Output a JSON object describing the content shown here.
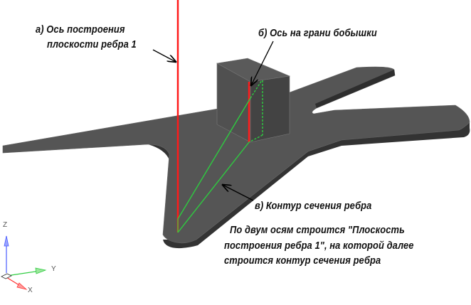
{
  "annotations": {
    "axis_plane": [
      "а) Ось построения",
      "плоскости  ребра 1"
    ],
    "axis_face": "б)  Ось на грани бобышки",
    "contour": "в) Контур сечения ребра",
    "note": [
      "По двум осям строится \"Плоскость",
      "построения ребра 1\", на которой далее",
      "строится контур сечения ребра"
    ]
  },
  "triad": {
    "z": "Z",
    "y": "Y",
    "x": "X"
  },
  "colors": {
    "part": "#4a4a4a",
    "axis": "#ff1a1a",
    "contour": "#2ecc40"
  }
}
